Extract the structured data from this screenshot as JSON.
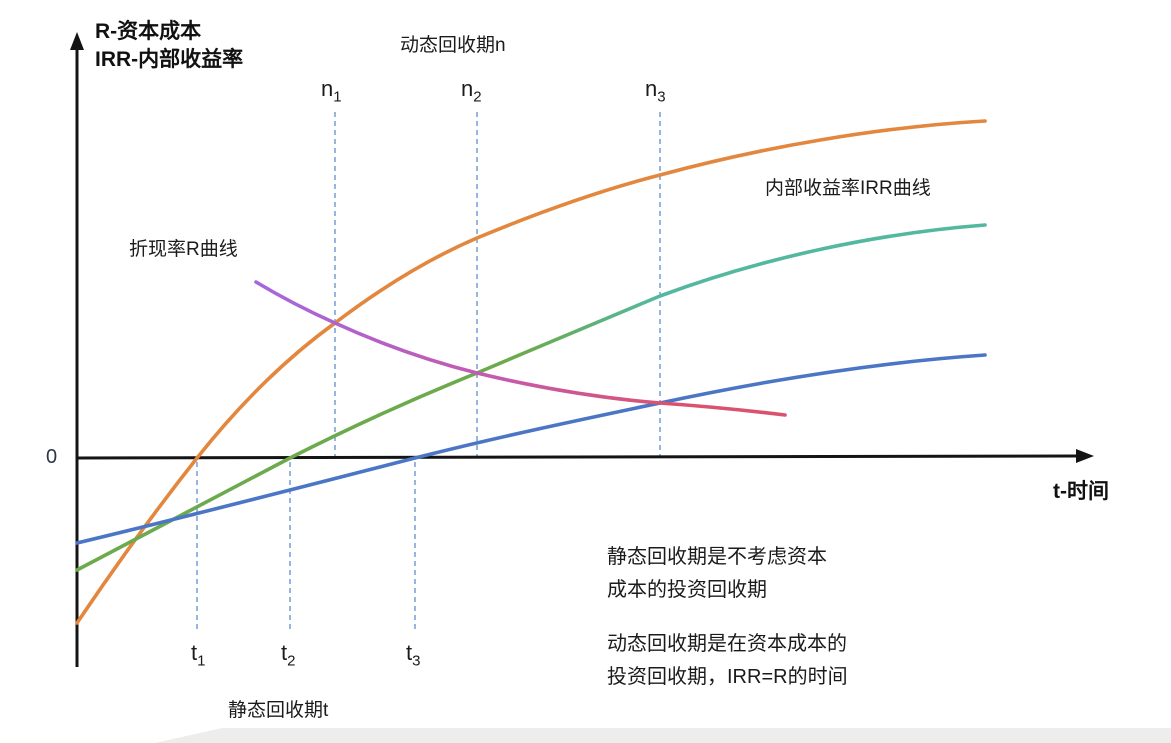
{
  "axes": {
    "y_label_line1": "R-资本成本",
    "y_label_line2": "IRR-内部收益率",
    "x_label": "t-时间",
    "origin_label": "0"
  },
  "annotations": {
    "dynamic_payback_title": "动态回收期n",
    "static_payback_label": "静态回收期t",
    "r_curve_label": "折现率R曲线",
    "irr_curve_label": "内部收益率IRR曲线",
    "note_static": {
      "line1": "静态回收期是不考虑资本",
      "line2": "成本的投资回收期"
    },
    "note_dynamic": {
      "line1": "动态回收期是在资本成本的",
      "line2": "投资回收期，IRR=R的时间"
    }
  },
  "markers": {
    "n": [
      {
        "base": "n",
        "sub": "1"
      },
      {
        "base": "n",
        "sub": "2"
      },
      {
        "base": "n",
        "sub": "3"
      }
    ],
    "t": [
      {
        "base": "t",
        "sub": "1"
      },
      {
        "base": "t",
        "sub": "2"
      },
      {
        "base": "t",
        "sub": "3"
      }
    ]
  },
  "colors": {
    "axis": "#141414",
    "text": "#1b1b1b",
    "dashed_guide": "#7da4d8",
    "irr1_orange": "#e2873d",
    "irr2_green": "#6caa4d",
    "irr2_teal": "#54b8a0",
    "irr3_blue": "#4b76c6",
    "r_purple": "#a667da",
    "r_magenta": "#c45ab2",
    "r_pink": "#d9536e",
    "bottom_strip": "#ededed"
  },
  "chart_data": {
    "type": "line",
    "title": "动态回收期n",
    "xlabel": "t-时间",
    "ylabel": "R-资本成本 / IRR-内部收益率",
    "axis_note": "Conceptual diagram; axes unlabeled numerically. x normalized 0–10 from origin, y in arbitrary rate units with 0 at the horizontal axis.",
    "grid": false,
    "legend_position": "inline-labels",
    "series": [
      {
        "name": "内部收益率IRR曲线 (project 1, orange)",
        "color": "#e2873d",
        "x": [
          0,
          1.3,
          2.8,
          4.4,
          6.4,
          10
        ],
        "y": [
          -1.65,
          0,
          1.35,
          2.2,
          2.85,
          3.37
        ]
      },
      {
        "name": "内部收益率IRR曲线 (project 2, green→teal)",
        "color": "#6caa4d→#54b8a0",
        "x": [
          0,
          2.3,
          4.4,
          6.4,
          10
        ],
        "y": [
          -1.12,
          0,
          0.85,
          1.62,
          2.33
        ]
      },
      {
        "name": "内部收益率IRR曲线 (project 3, blue)",
        "color": "#4b76c6",
        "x": [
          0,
          3.7,
          6.4,
          10
        ],
        "y": [
          -0.85,
          0,
          0.55,
          1.03
        ]
      },
      {
        "name": "折现率R曲线 (purple→pink)",
        "color": "#a667da→#d9536e",
        "x": [
          2.0,
          2.8,
          4.4,
          6.4,
          7.8
        ],
        "y": [
          1.76,
          1.35,
          0.85,
          0.55,
          0.43
        ]
      }
    ],
    "key_points": {
      "static_payback_axis_crossings": {
        "t1": 1.3,
        "t2": 2.3,
        "t3": 3.7
      },
      "dynamic_payback_irr_equals_r": {
        "n1": 2.8,
        "n2": 4.4,
        "n3": 6.4
      }
    },
    "annotations": [
      "静态回收期是不考虑资本成本的投资回收期",
      "动态回收期是在资本成本的投资回收期，IRR=R的时间"
    ]
  }
}
